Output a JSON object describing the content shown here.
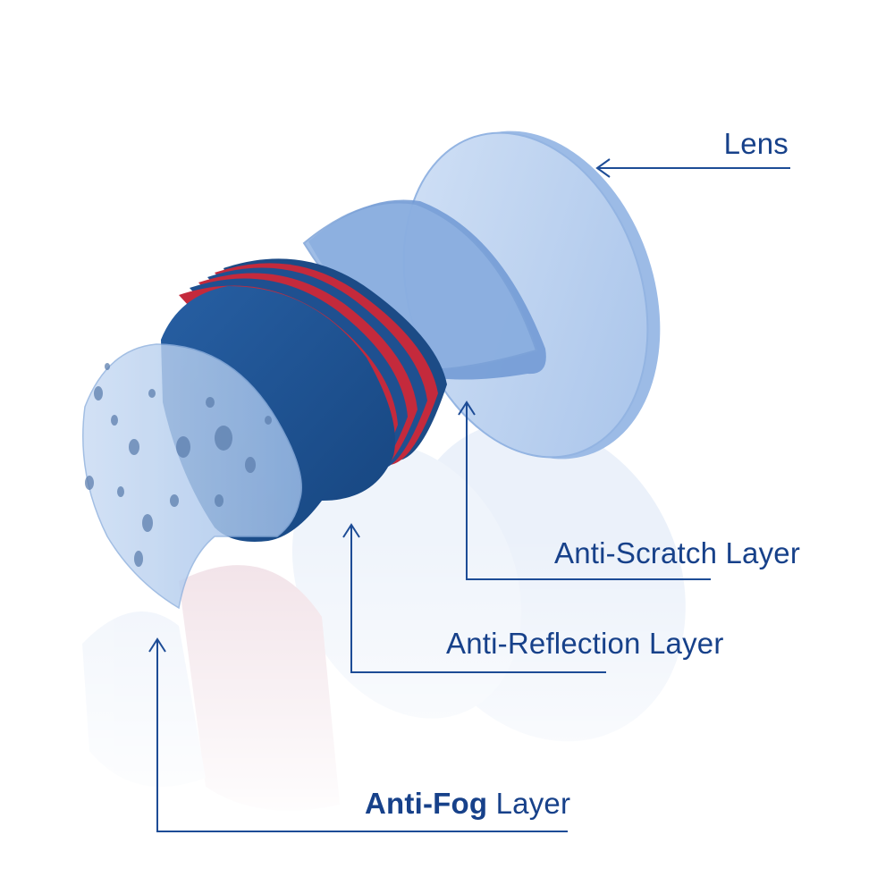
{
  "labels": {
    "lens": "Lens",
    "anti_scratch": "Anti-Scratch Layer",
    "anti_reflection": "Anti-Reflection Layer",
    "anti_fog_bold": "Anti-Fog",
    "anti_fog_rest": " Layer"
  },
  "colors": {
    "label_text": "#17418a",
    "leader_line": "#1d4c96",
    "lens_fill": "#b9d1f1",
    "scratch_fill": "#7fa6dc",
    "reflection_fill": "#1d4f8c",
    "reflection_stripe": "#c32a3c",
    "fog_fill": "#a9c6ec"
  },
  "layers": [
    "lens",
    "anti-scratch-layer",
    "anti-reflection-layer",
    "anti-fog-layer"
  ]
}
